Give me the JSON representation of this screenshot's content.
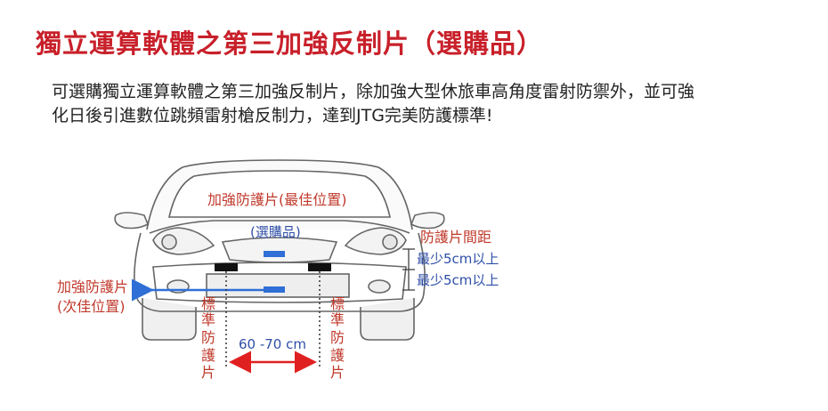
{
  "title": "獨立運算軟體之第三加強反制片（選購品）",
  "description": {
    "line1": "可選購獨立運算軟體之第三加強反制片，除加強大型休旅車高角度雷射防禦外，並可強",
    "line2": "化日後引進數位跳頻雷射槍反制力，達到JTG完美防護標準!"
  },
  "diagram": {
    "top_panel_label": "加強防護片(最佳位置)",
    "optional_label": "(選購品)",
    "side_panel_label_line1": "加強防護片",
    "side_panel_label_line2": "(次佳位置)",
    "spacing_title": "防護片間距",
    "spacing_min_1": "最少5cm以上",
    "spacing_min_2": "最少5cm以上",
    "standard_left": [
      "標",
      "準",
      "防",
      "護",
      "片"
    ],
    "standard_right": [
      "標",
      "準",
      "防",
      "護",
      "片"
    ],
    "distance_label": "60 -70 cm",
    "colors": {
      "title_red": "#c8202a",
      "label_red": "#c0392b",
      "label_blue": "#2f4fa8",
      "marker_blue": "#2f6fd6",
      "outline": "#666666"
    }
  }
}
